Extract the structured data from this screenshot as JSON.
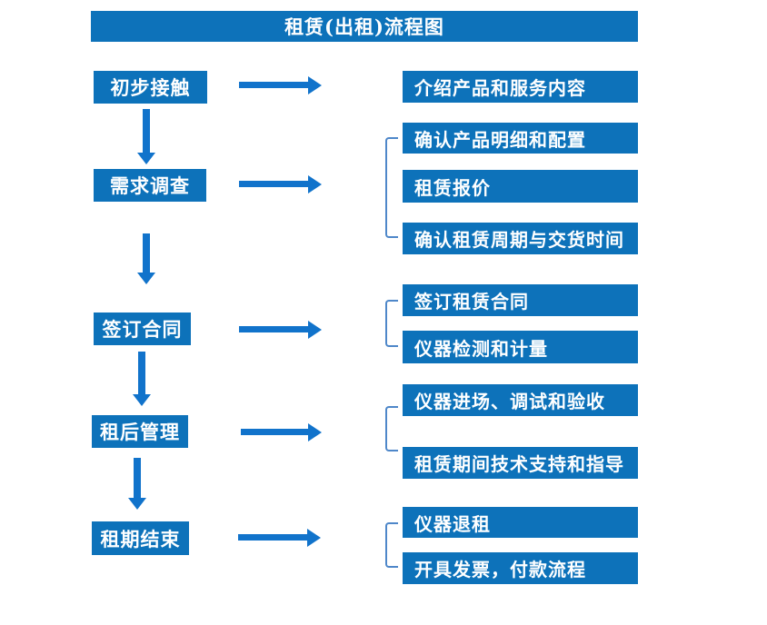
{
  "title": "租赁(出租)流程图",
  "colors": {
    "box": "#0d72ba",
    "arrow": "#1173cb",
    "bracket": "#4e87c9",
    "text": "#ffffff",
    "bg": "#ffffff"
  },
  "steps": [
    {
      "label": "初步接触",
      "outputs": [
        "介绍产品和服务内容"
      ]
    },
    {
      "label": "需求调查",
      "outputs": [
        "确认产品明细和配置",
        "租赁报价",
        "确认租赁周期与交货时间"
      ]
    },
    {
      "label": "签订合同",
      "outputs": [
        "签订租赁合同",
        "仪器检测和计量"
      ]
    },
    {
      "label": "租后管理",
      "outputs": [
        "仪器进场、调试和验收",
        "租赁期间技术支持和指导"
      ]
    },
    {
      "label": "租期结束",
      "outputs": [
        "仪器退租",
        "开具发票，付款流程"
      ]
    }
  ]
}
